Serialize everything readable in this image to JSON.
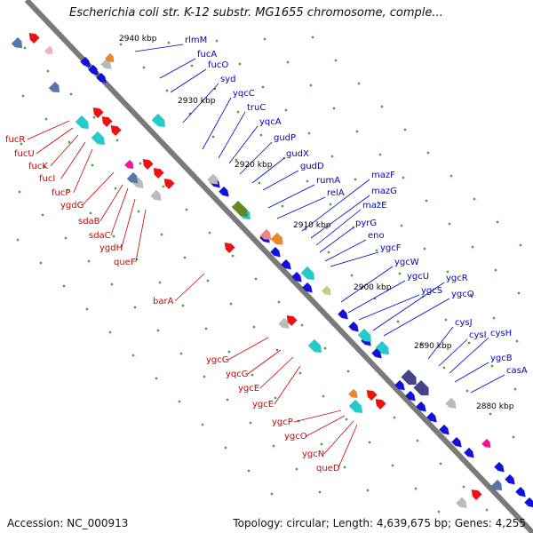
{
  "header": {
    "title": "Escherichia coli str. K-12 substr. MG1655 chromosome, comple..."
  },
  "footer": {
    "accession": "Accession: NC_000913",
    "topology": "Topology: circular; Length: 4,639,675 bp; Genes: 4,255"
  },
  "colors": {
    "backbone": "#808080",
    "forward_label": "#0000cc",
    "reverse_label": "#cc0000",
    "tick_label": "#000000",
    "dot": "#33aa33"
  },
  "ticks": [
    "2940 kbp",
    "2930 kbp",
    "2920 kbp",
    "2910 kbp",
    "2900 kbp",
    "2890 kbp",
    "2880 kbp"
  ],
  "forward_genes": [
    "rlmM",
    "fucA",
    "fucO",
    "syd",
    "yqcC",
    "truC",
    "yqcA",
    "gudP",
    "gudX",
    "gudD",
    "rumA",
    "relA",
    "mazF",
    "mazG",
    "mazE",
    "pyrG",
    "eno",
    "ygcF",
    "ygcW",
    "ygcU",
    "ygcS",
    "ygcR",
    "ygcQ",
    "cysJ",
    "cysI",
    "cysH",
    "ygcB",
    "casA"
  ],
  "reverse_genes": [
    "fucR",
    "fucU",
    "fucK",
    "fucI",
    "fucP",
    "ygdG",
    "sdaB",
    "sdaC",
    "ygdH",
    "queF",
    "barA",
    "ygcG",
    "yqcG",
    "ygcE",
    "ygcE",
    "ygcP",
    "ygcO",
    "ygcN",
    "queD"
  ]
}
